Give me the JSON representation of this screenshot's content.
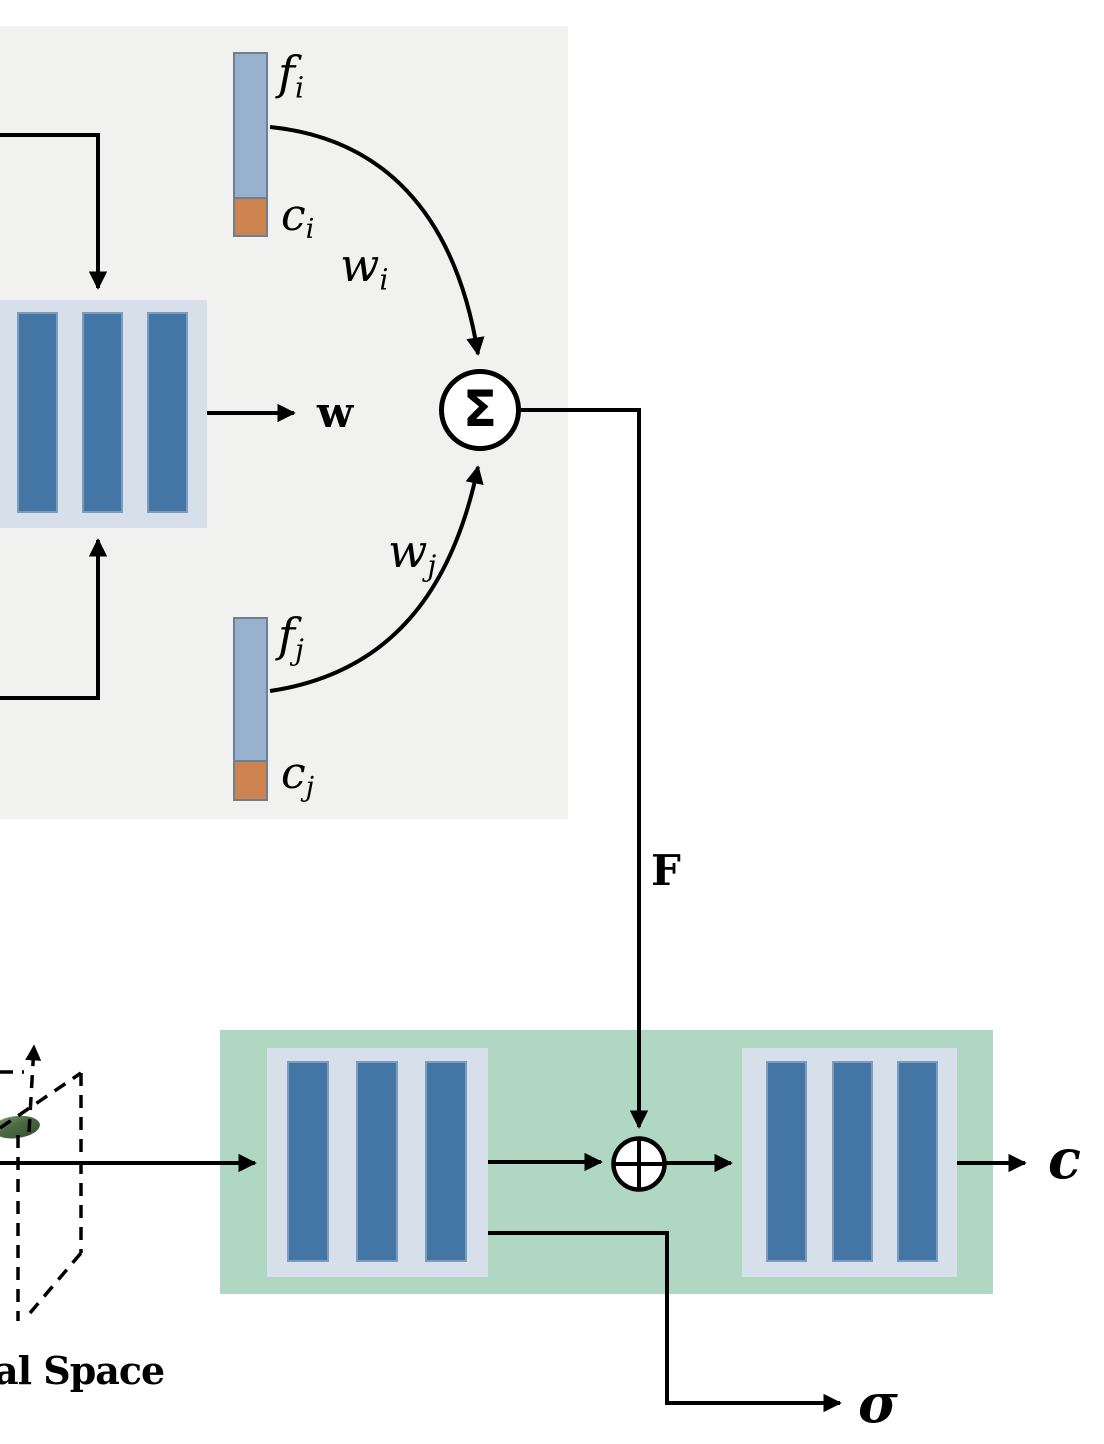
{
  "colors": {
    "background": "#ffffff",
    "panel_gray": "#f1f1f0",
    "panel_green": "#afd7c2",
    "mlp_container": "#d7e0ea",
    "mlp_bar": "#4376a5",
    "mlp_bar_border": "#7b9cbd",
    "feature_blue": "#97b1ce",
    "confidence_orange": "#cd8350",
    "vector_border": "#6e7f91",
    "line": "#000000"
  },
  "labels": {
    "fi": {
      "base": "f",
      "sub": "i"
    },
    "ci": {
      "base": "c",
      "sub": "i"
    },
    "wi": {
      "base": "w",
      "sub": "i"
    },
    "fj": {
      "base": "f",
      "sub": "j"
    },
    "cj": {
      "base": "c",
      "sub": "j"
    },
    "wj": {
      "base": "w",
      "sub": "j"
    },
    "w_output": "w",
    "sum_operator": "Σ",
    "aggregated_feature": "F",
    "color_output": "c",
    "density_output": "σ",
    "caption": "al Space"
  }
}
